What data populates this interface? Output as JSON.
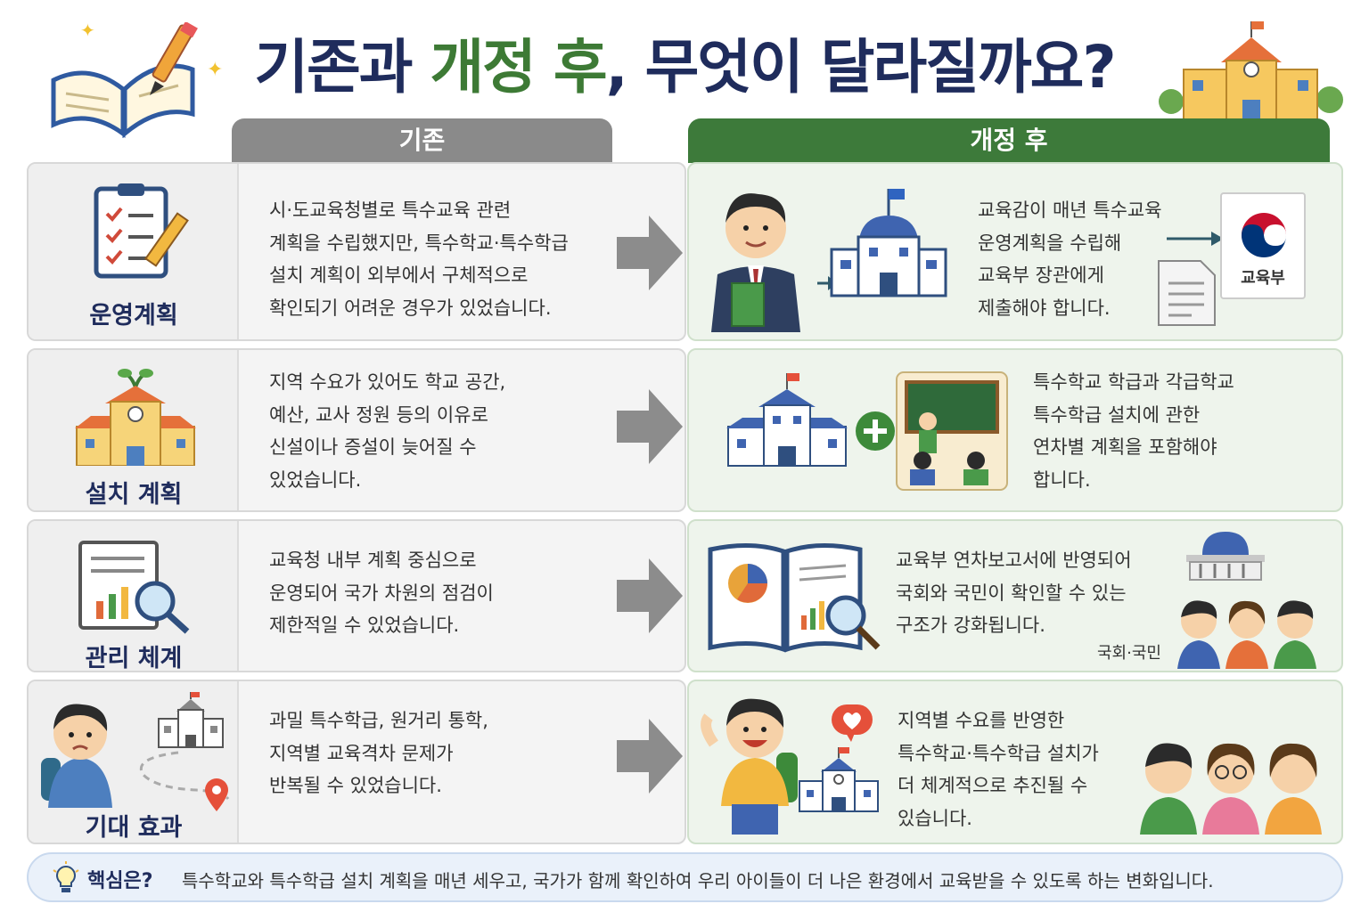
{
  "title": {
    "part1": "기존과 ",
    "highlight": "개정 후",
    "part2": ", 무엇이 달라질까요?"
  },
  "columns": {
    "old": "기존",
    "new": "개정 후"
  },
  "rows": [
    {
      "label": "운영계획",
      "old_lines": [
        "시·도교육청별로 특수교육 관련",
        "계획을 수립했지만, 특수학교·특수학급",
        "설치 계획이 외부에서 구체적으로",
        "확인되기 어려운 경우가 있었습니다."
      ],
      "new_lines": [
        "교육감이 매년 특수교육",
        "운영계획을 수립해",
        "교육부 장관에게",
        "제출해야 합니다."
      ],
      "badge": "교육부"
    },
    {
      "label": "설치 계획",
      "old_lines": [
        "지역 수요가 있어도 학교 공간,",
        "예산, 교사 정원 등의 이유로",
        "신설이나 증설이 늦어질 수",
        "있었습니다."
      ],
      "new_lines": [
        "특수학교 학급과 각급학교",
        "특수학급 설치에 관한",
        "연차별 계획을 포함해야",
        "합니다."
      ]
    },
    {
      "label": "관리 체계",
      "old_lines": [
        "교육청 내부 계획 중심으로",
        "운영되어 국가 차원의 점검이",
        "제한적일 수 있었습니다."
      ],
      "new_lines": [
        "교육부 연차보고서에 반영되어",
        "국회와 국민이 확인할 수 있는",
        "구조가 강화됩니다."
      ],
      "caption": "국회·국민"
    },
    {
      "label": "기대 효과",
      "old_lines": [
        "과밀 특수학급, 원거리 통학,",
        "지역별 교육격차 문제가",
        "반복될 수 있었습니다."
      ],
      "new_lines": [
        "지역별 수요를 반영한",
        "특수학교·특수학급 설치가",
        "더 체계적으로 추진될 수",
        "있습니다."
      ]
    }
  ],
  "bottom": {
    "label": "핵심은?",
    "message": "특수학교와 특수학급 설치 계획을 매년 세우고, 국가가 함께 확인하여 우리 아이들이 더 나은 환경에서 교육받을 수 있도록 하는 변화입니다."
  },
  "icons": [
    "open-book-icon",
    "pencil-icon",
    "school-building-icon",
    "clipboard-checklist-icon",
    "arrow-right-icon",
    "teacher-icon",
    "government-building-icon",
    "document-icon",
    "korea-emblem-icon",
    "plus-icon",
    "classroom-icon",
    "report-magnifier-icon",
    "parliament-icon",
    "people-icon",
    "student-sad-icon",
    "map-pin-icon",
    "heart-icon",
    "student-happy-icon",
    "lightbulb-icon"
  ],
  "colors": {
    "navy": "#1f2c5c",
    "green": "#3d7a35",
    "gray_header": "#8a8a8a",
    "green_header": "#3d7a3a"
  }
}
